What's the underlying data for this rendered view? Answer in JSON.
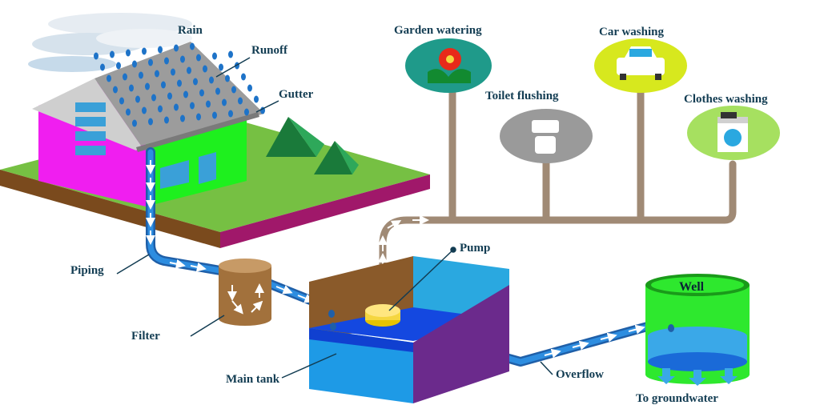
{
  "labels": {
    "rain": "Rain",
    "runoff": "Runoff",
    "gutter": "Gutter",
    "piping": "Piping",
    "filter": "Filter",
    "main_tank": "Main tank",
    "pump": "Pump",
    "overflow": "Overflow",
    "well": "Well",
    "to_groundwater": "To groundwater",
    "garden_watering": "Garden watering",
    "car_washing": "Car washing",
    "toilet_flushing": "Toilet flushing",
    "clothes_washing": "Clothes washing"
  },
  "icons": [
    "cloud-icon",
    "raindrop-icon",
    "house-icon",
    "tree-icon",
    "filter-barrel-icon",
    "tank-icon",
    "pump-icon",
    "well-icon",
    "flower-icon",
    "car-icon",
    "toilet-icon",
    "washing-machine-icon"
  ],
  "colors": {
    "house_front": "#f01ef0",
    "house_side": "#1ef01e",
    "roof": "#9a9a9a",
    "grass": "#76c043",
    "soil": "#7a4a1d",
    "pipe": "#1f5fa8",
    "pipe_inner": "#2d8de0",
    "water_blue": "#1e6fe6",
    "tank_side": "#6b2a8c",
    "well_green": "#2ee82e",
    "supply_pipe": "#a08a75",
    "garden_bg": "#1f9a8a",
    "car_bg": "#d7e81e",
    "toilet_bg": "#9a9a9a",
    "clothes_bg": "#a6e060",
    "label": "#123c52"
  }
}
